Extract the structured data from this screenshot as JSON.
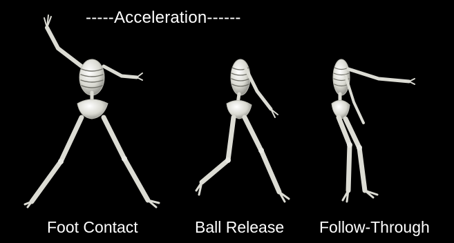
{
  "header": {
    "title": "-----Acceleration------"
  },
  "phases": [
    {
      "label": "Foot Contact"
    },
    {
      "label": "Ball Release"
    },
    {
      "label": "Follow-Through"
    }
  ],
  "colors": {
    "background": "#000000",
    "text": "#ffffff",
    "bone": "#e8e8e2"
  }
}
